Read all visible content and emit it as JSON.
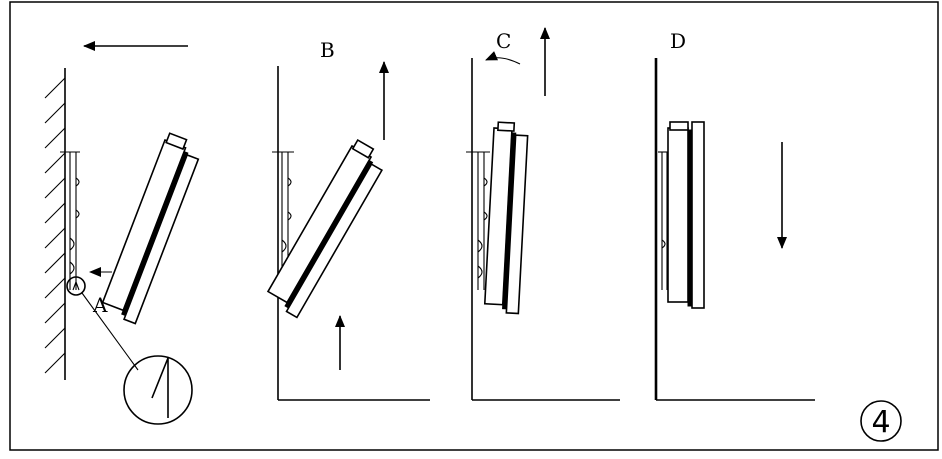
{
  "stages": [
    {
      "label": ""
    },
    {
      "label": "B"
    },
    {
      "label": "C"
    },
    {
      "label": "D"
    }
  ],
  "detail": {
    "label": "A"
  },
  "step": {
    "number": "4"
  },
  "colors": {
    "stroke": "#000000",
    "background": "#ffffff"
  }
}
